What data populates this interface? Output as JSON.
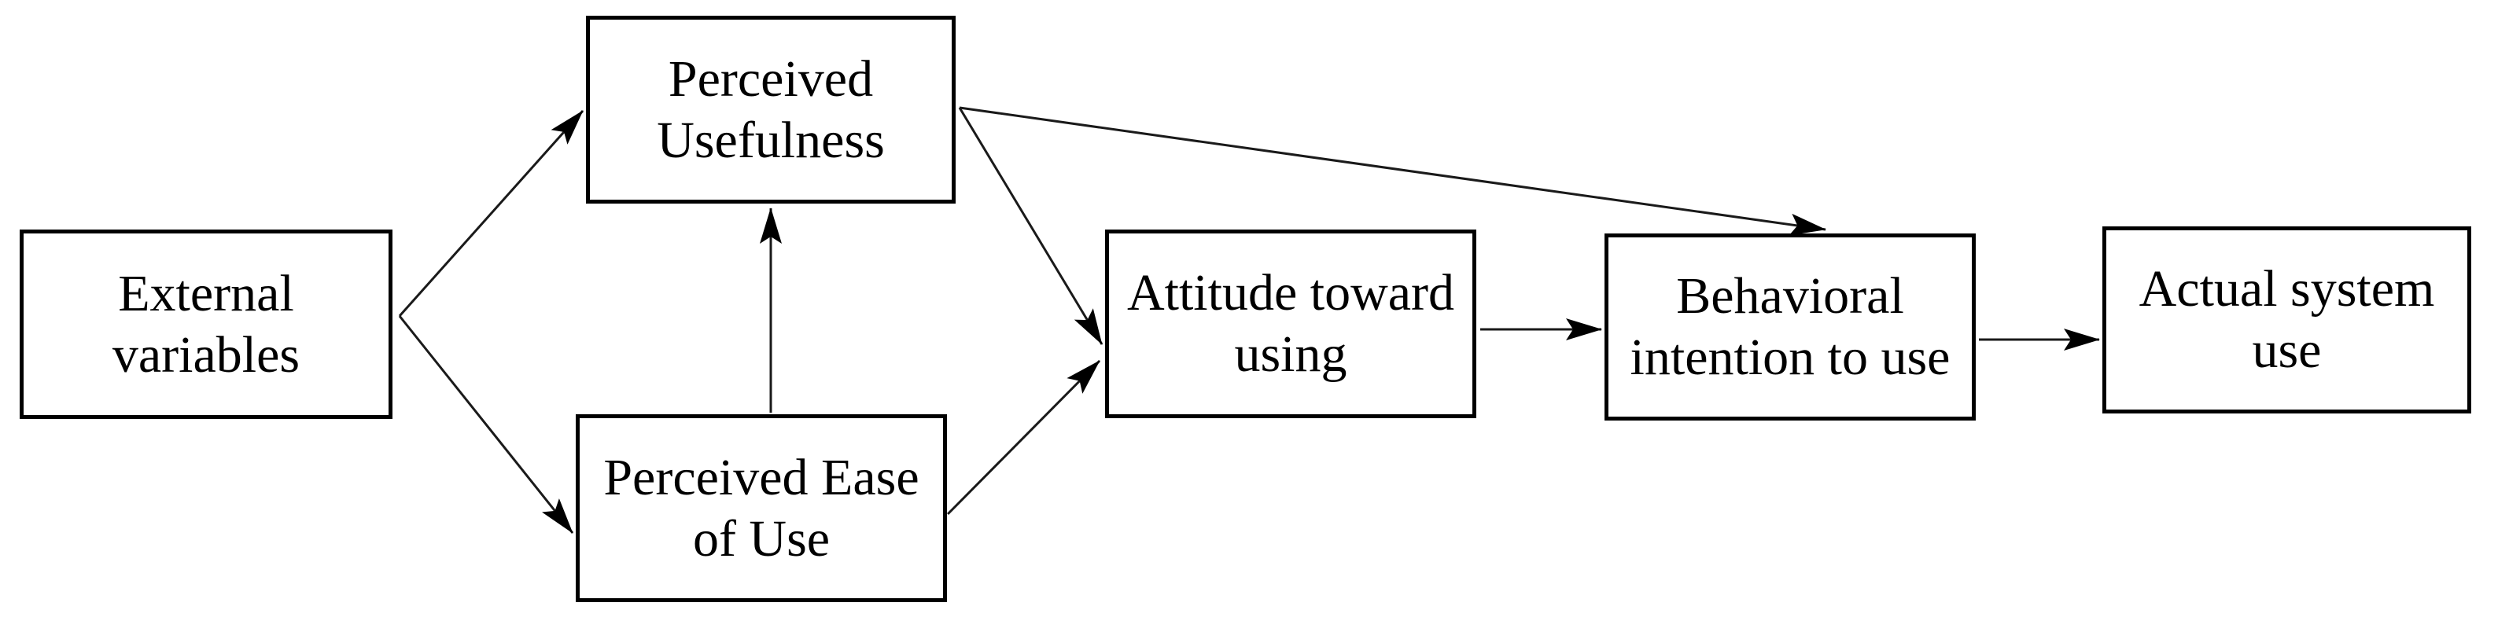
{
  "diagram": {
    "background_color": "#ffffff",
    "box_border_color": "#000000",
    "text_color": "#000000",
    "arrow_color": "#1a1a1a",
    "nodes": [
      {
        "id": "external-variables",
        "label": "External\nvariables"
      },
      {
        "id": "perceived-usefulness",
        "label": "Perceived\nUsefulness"
      },
      {
        "id": "perceived-ease-of-use",
        "label": "Perceived Ease\nof Use"
      },
      {
        "id": "attitude-toward-using",
        "label": "Attitude toward\nusing"
      },
      {
        "id": "behavioral-intention-to-use",
        "label": "Behavioral\nintention to use"
      },
      {
        "id": "actual-system-use",
        "label": "Actual system\nuse"
      }
    ],
    "edges": [
      {
        "from": "external-variables",
        "to": "perceived-usefulness"
      },
      {
        "from": "external-variables",
        "to": "perceived-ease-of-use"
      },
      {
        "from": "perceived-ease-of-use",
        "to": "perceived-usefulness"
      },
      {
        "from": "perceived-usefulness",
        "to": "attitude-toward-using"
      },
      {
        "from": "perceived-ease-of-use",
        "to": "attitude-toward-using"
      },
      {
        "from": "perceived-usefulness",
        "to": "behavioral-intention-to-use"
      },
      {
        "from": "attitude-toward-using",
        "to": "behavioral-intention-to-use"
      },
      {
        "from": "behavioral-intention-to-use",
        "to": "actual-system-use"
      }
    ]
  }
}
